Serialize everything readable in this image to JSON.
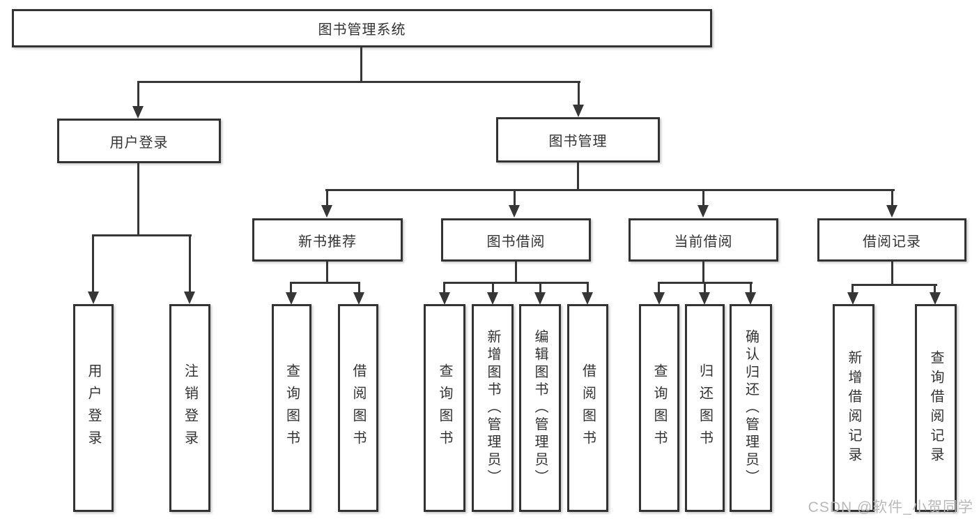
{
  "tree": {
    "root": "图书管理系统",
    "children": [
      {
        "label": "用户登录",
        "children": [
          {
            "label": "用户登录"
          },
          {
            "label": "注销登录"
          }
        ]
      },
      {
        "label": "图书管理",
        "children": [
          {
            "label": "新书推荐",
            "children": [
              {
                "label": "查询图书"
              },
              {
                "label": "借阅图书"
              }
            ]
          },
          {
            "label": "图书借阅",
            "children": [
              {
                "label": "查询图书"
              },
              {
                "label": "新增图书（管理员）"
              },
              {
                "label": "编辑图书（管理员）"
              },
              {
                "label": "借阅图书"
              }
            ]
          },
          {
            "label": "当前借阅",
            "children": [
              {
                "label": "查询图书"
              },
              {
                "label": "归还图书"
              },
              {
                "label": "确认归还（管理员）"
              }
            ]
          },
          {
            "label": "借阅记录",
            "children": [
              {
                "label": "新增借阅记录"
              },
              {
                "label": "查询借阅记录"
              }
            ]
          }
        ]
      }
    ]
  },
  "watermark": {
    "text": "CSDN @软件_小贺同学"
  },
  "colors": {
    "line": "#363636",
    "box_border": "#333333",
    "text": "#333333",
    "background": "#ffffff",
    "watermark": "#b9b9b9"
  }
}
